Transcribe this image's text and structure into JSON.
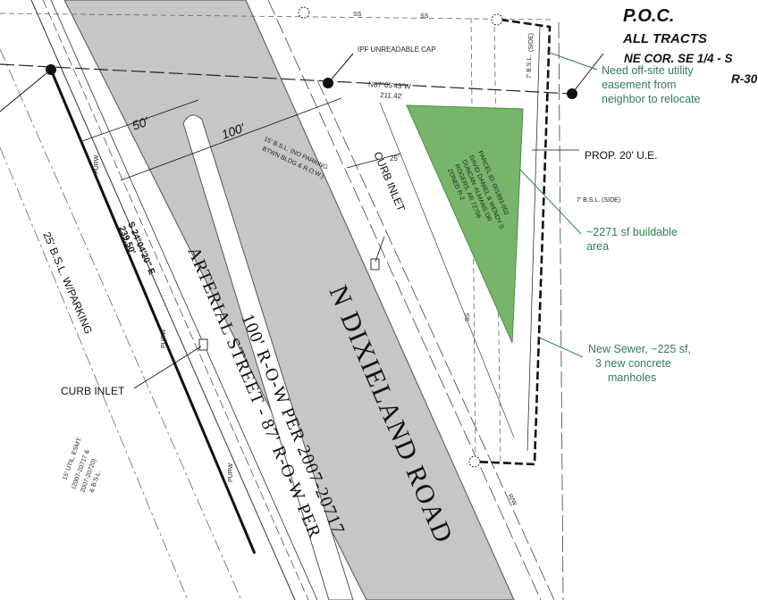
{
  "poc": {
    "title": "P.O.C.",
    "subtitle": "ALL TRACTS",
    "line3": "NE COR. SE 1/4 - S",
    "line4": "R-30"
  },
  "bearings": {
    "north_line_bearing": "N87°05'43\"W",
    "north_line_distance": "211.42'",
    "west_line_bearing": "S 24°04'20\" E",
    "west_line_distance": "239.50'"
  },
  "dimensions": {
    "fifty": "50'",
    "hundred": "100'",
    "twenty_five": "25'",
    "seven_bsl_top": "7' B.S.L.",
    "seven_bsl_top_side": "(SIDE)",
    "seven_bsl_right": "7' B.S.L. (SIDE)"
  },
  "labels": {
    "ipf": "IPF UNREADABLE CAP",
    "bsl_no_parking_1": "15' B.S.L. (NO PARKING",
    "bsl_no_parking_2": "BTWN BLDG & R.O.W.)",
    "curb_inlet_right": "CURB INLET",
    "curb_inlet_left": "CURB INLET",
    "prop_ue": "PROP. 20' U.E.",
    "bsl_parking": "25' B.S.L. W/PARKING",
    "purw": "PURW",
    "rw": "R/W",
    "ss": "SS",
    "util_esmt_1": "15' UTIL. ESMT.",
    "util_esmt_2": "(2007-20717 &",
    "util_esmt_3": "2007-20720)",
    "util_esmt_4": "& B.S.L."
  },
  "road": {
    "name": "N DIXIELAND ROAD",
    "row_line": "100' R-O-W PER 2007-20717",
    "street_line": "ARTERIAL STREET - 87' R-O-W PER"
  },
  "parcel": {
    "line1": "PARCEL ID: 001893-002",
    "line2": "DAVID DANIEL & WENDY S",
    "line3": "DUNCAN: ALMANS DR",
    "line4": "ROGERS, AR 72756",
    "line5": "ZONED R-2"
  },
  "annotations": {
    "easement_1": "Need off-site utility",
    "easement_2": "easement from",
    "easement_3": "neighbor to relocate",
    "buildable_1": "~2271 sf buildable",
    "buildable_2": "area",
    "sewer_1": "New Sewer, ~225 sf,",
    "sewer_2": "3 new concrete",
    "sewer_3": "manholes"
  },
  "colors": {
    "road_fill": "#c6c6c6",
    "buildable_fill": "#77b56b",
    "annotation_green": "#2f7d53"
  }
}
